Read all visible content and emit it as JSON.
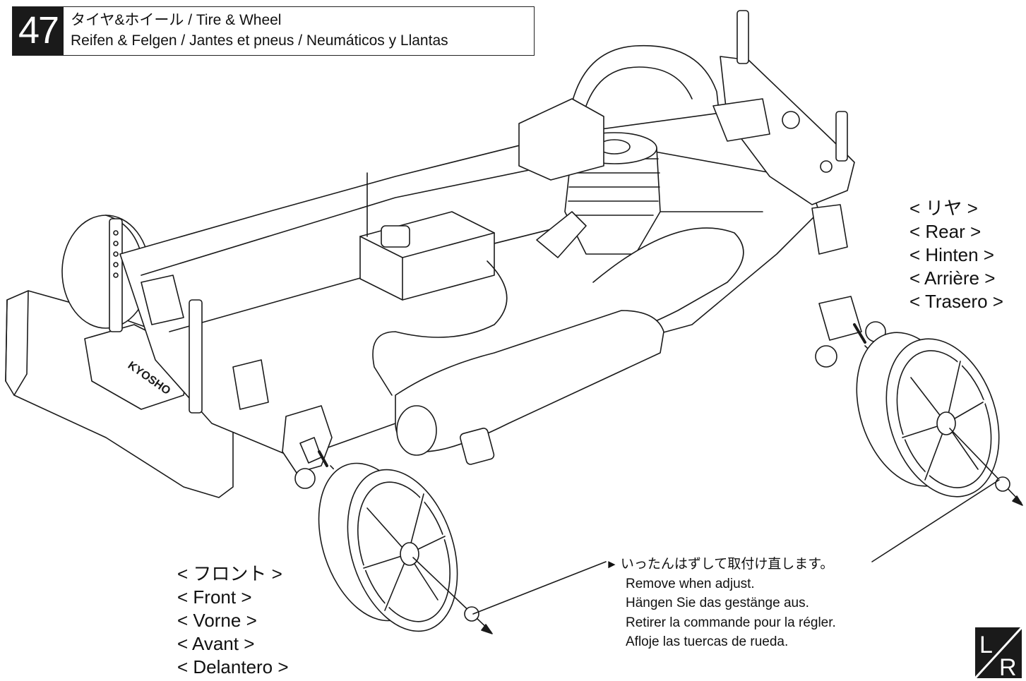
{
  "header": {
    "step_number": "47",
    "title_line1": "タイヤ&ホイール / Tire & Wheel",
    "title_line2": "Reifen & Felgen / Jantes et pneus / Neumáticos y Llantas"
  },
  "rear_labels": [
    "< リヤ >",
    "< Rear >",
    "< Hinten >",
    "< Arrière >",
    "< Trasero >"
  ],
  "front_labels": [
    "< フロント >",
    "< Front >",
    "< Vorne >",
    "< Avant >",
    "< Delantero >"
  ],
  "note": {
    "arrow": "►",
    "lines": [
      "いったんはずして取付け直します。",
      "Remove when adjust.",
      "Hängen Sie das gestänge aus.",
      "Retirer la commande pour la régler.",
      "Afloje las tuercas de rueda."
    ]
  },
  "badge": {
    "top": "L",
    "bottom": "R"
  },
  "icons": {
    "lr_badge": "left-right-side-icon",
    "car": "rc-chassis-drawing"
  }
}
